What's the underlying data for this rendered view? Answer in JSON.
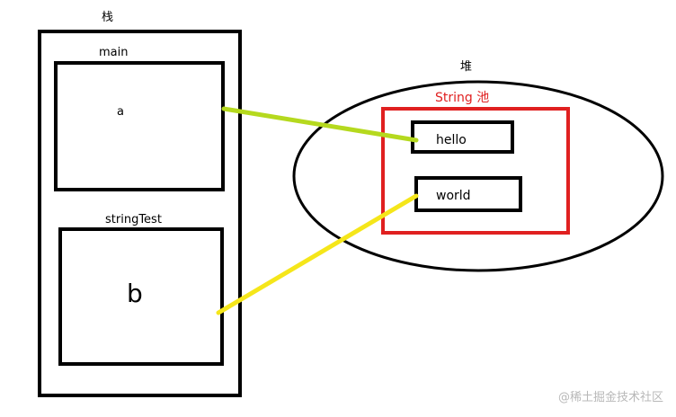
{
  "stack": {
    "title": "栈",
    "frames": [
      {
        "name": "main",
        "variable": "a"
      },
      {
        "name": "stringTest",
        "variable": "b"
      }
    ]
  },
  "heap": {
    "title": "堆",
    "pool": {
      "title": "String 池",
      "strings": [
        "hello",
        "world"
      ]
    }
  },
  "colors": {
    "pool_border": "#e02020",
    "line_a": "#b5d91e",
    "line_b": "#f5e61a",
    "stroke": "#000000"
  },
  "watermark": "@稀土掘金技术社区"
}
